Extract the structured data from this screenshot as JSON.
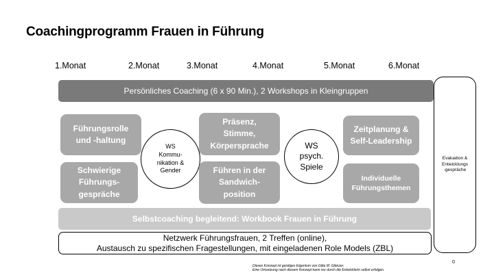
{
  "slide": {
    "title": "Coachingprogramm Frauen in Führung",
    "months": [
      "1.Monat",
      "2.Monat",
      "3.Monat",
      "4.Monat",
      "5.Monat",
      "6.Monat"
    ],
    "coaching_bar": "Persönliches Coaching (6 x 90 Min.), 2 Workshops in Kleingruppen",
    "evaluation": "Evaluation &\nEntwicklungs\n-gespräche",
    "boxes": {
      "fuehrungsrolle": "Führungsrolle\nund -haltung",
      "schwierige": "Schwierige\nFührungs-\ngespräche",
      "praesenz": "Präsenz,\nStimme,\nKörpersprache",
      "sandwich": "Führen in der\nSandwich-\nposition",
      "zeitplanung": "Zeitplanung &\nSelf-Leadership",
      "individuelle": "Individuelle\nFührungsthemen"
    },
    "circles": {
      "ws_kommunikation": "WS\nKommu-\nnikation &\nGender",
      "ws_psych": "WS\npsych.\nSpiele"
    },
    "selbstcoaching_bar": "Selbstcoaching begleitend: Workbook Frauen in Führung",
    "netzwerk": "Netzwerk Führungsfrauen, 2 Treffen (online),\nAustausch zu spezifischen Fragestellungen, mit eingeladenen Role Models (ZBL)",
    "page_number": "0",
    "footnote": "Dieses Konzept ist geistiges Eigentum von Gitta M. Glänzer.\nEine Umsetzung nach diesem Konzept kann nur durch die Entwicklerin selbst erfolgen."
  },
  "colors": {
    "dark_bar": "#7a7a7a",
    "box": "#a8a8a8",
    "light_bar": "#c9c9c9"
  }
}
